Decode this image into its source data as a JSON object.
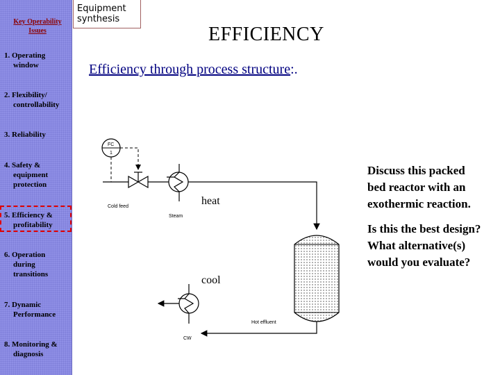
{
  "sidebar": {
    "title": "Key Operability Issues",
    "items": [
      {
        "num": "1.",
        "line1": "Operating",
        "line2": "window"
      },
      {
        "num": "2.",
        "line1": "Flexibility/",
        "line2": "controllability"
      },
      {
        "num": "3.",
        "line1": "Reliability",
        "line2": ""
      },
      {
        "num": "4.",
        "line1": "Safety &",
        "line2": "equipment protection"
      },
      {
        "num": "5.",
        "line1": "Efficiency &",
        "line2": "profitability"
      },
      {
        "num": "6.",
        "line1": "Operation",
        "line2": "during transitions"
      },
      {
        "num": "7.",
        "line1": "Dynamic",
        "line2": "Performance"
      },
      {
        "num": "8.",
        "line1": "Monitoring &",
        "line2": "diagnosis"
      }
    ],
    "highlighted_item": "5."
  },
  "tab": {
    "label": "Equipment synthesis"
  },
  "slide": {
    "title": "EFFICIENCY",
    "subtitle_underlined": "Efficiency through process structure",
    "subtitle_rest": ":."
  },
  "diagram": {
    "fc_label": "FC",
    "fc_num": "1",
    "cold_feed": "Cold feed",
    "steam": "Steam",
    "cw": "CW",
    "hot_effluent": "Hot effluent",
    "heat_label": "heat",
    "cool_label": "cool"
  },
  "discussion": {
    "q1": "Discuss this packed bed reactor with an exothermic reaction.",
    "q2": "Is this the best design? What alternative(s) would you evaluate?"
  },
  "colors": {
    "sidebar": "#8f8fe6",
    "subtitle": "#000080",
    "highlight": "#e00000",
    "sidebar_title": "#8b0000"
  }
}
